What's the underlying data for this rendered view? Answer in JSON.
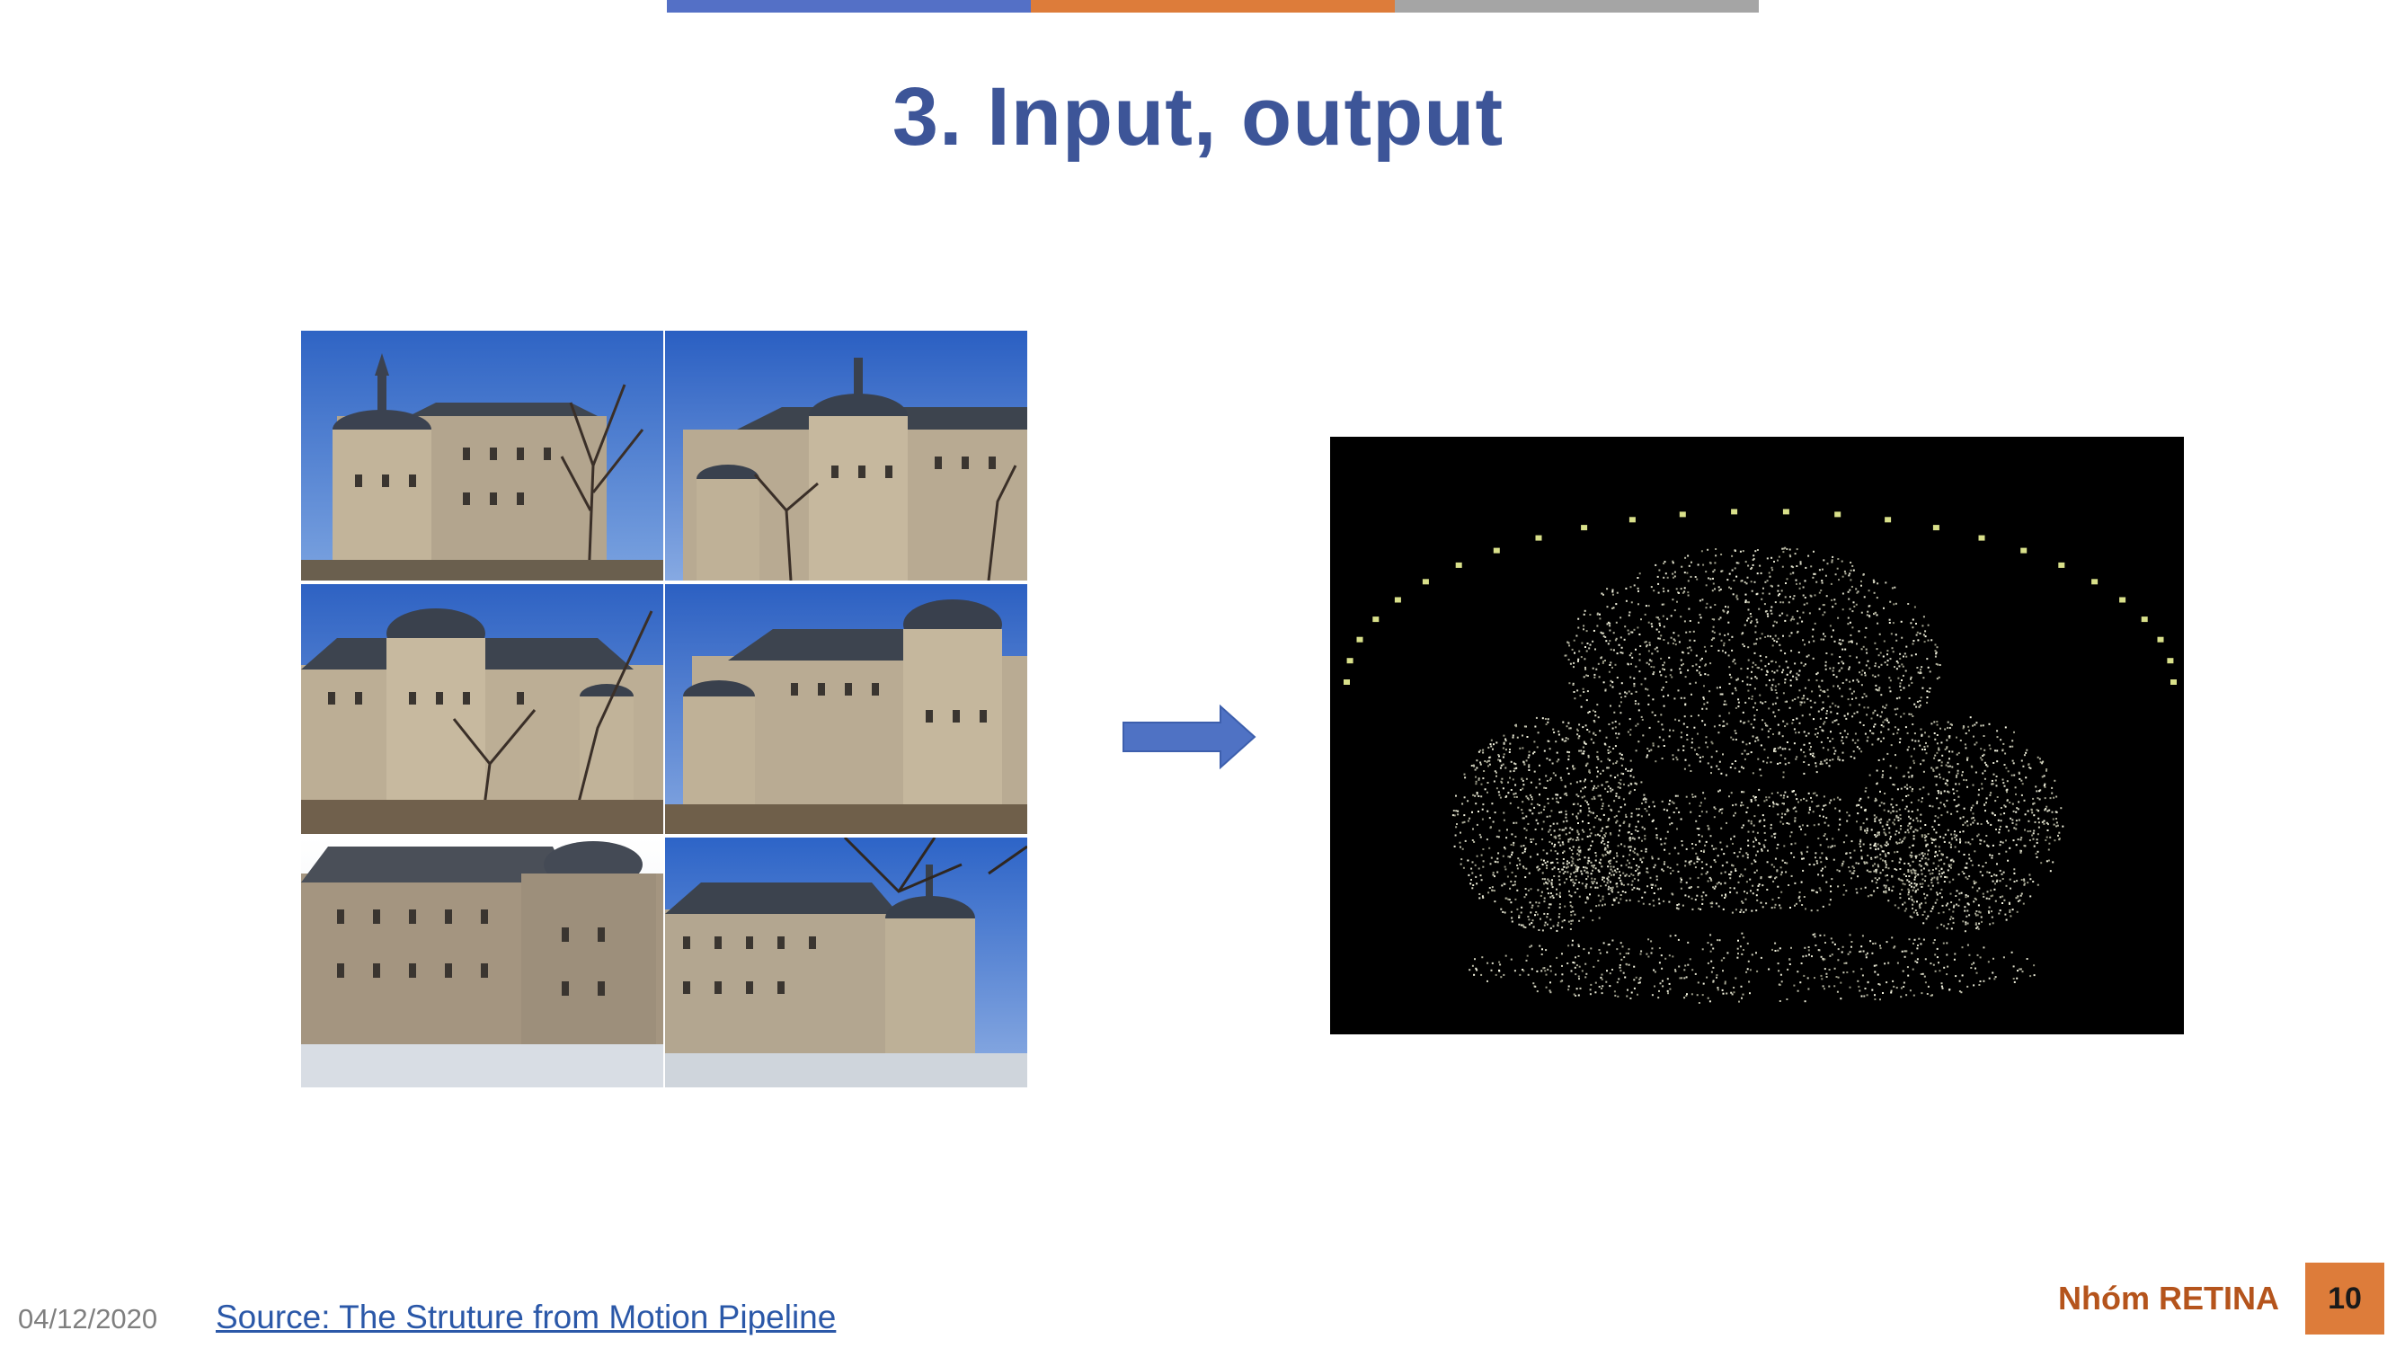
{
  "slide": {
    "title": "3. Input, output",
    "date": "04/12/2020",
    "source_link": "Source: The Struture from Motion Pipeline",
    "group_name": "Nhóm RETINA",
    "page_number": "10"
  },
  "colors": {
    "accent_blue": "#5470c6",
    "accent_orange": "#dd7c3a",
    "accent_gray": "#a5a5a5",
    "title": "#3d5598",
    "group_text": "#b5541c"
  },
  "images": {
    "input_photos": [
      "castle-photo",
      "castle-photo",
      "castle-photo",
      "castle-photo",
      "castle-photo",
      "castle-photo"
    ],
    "output_render": "point-cloud-reconstruction"
  }
}
